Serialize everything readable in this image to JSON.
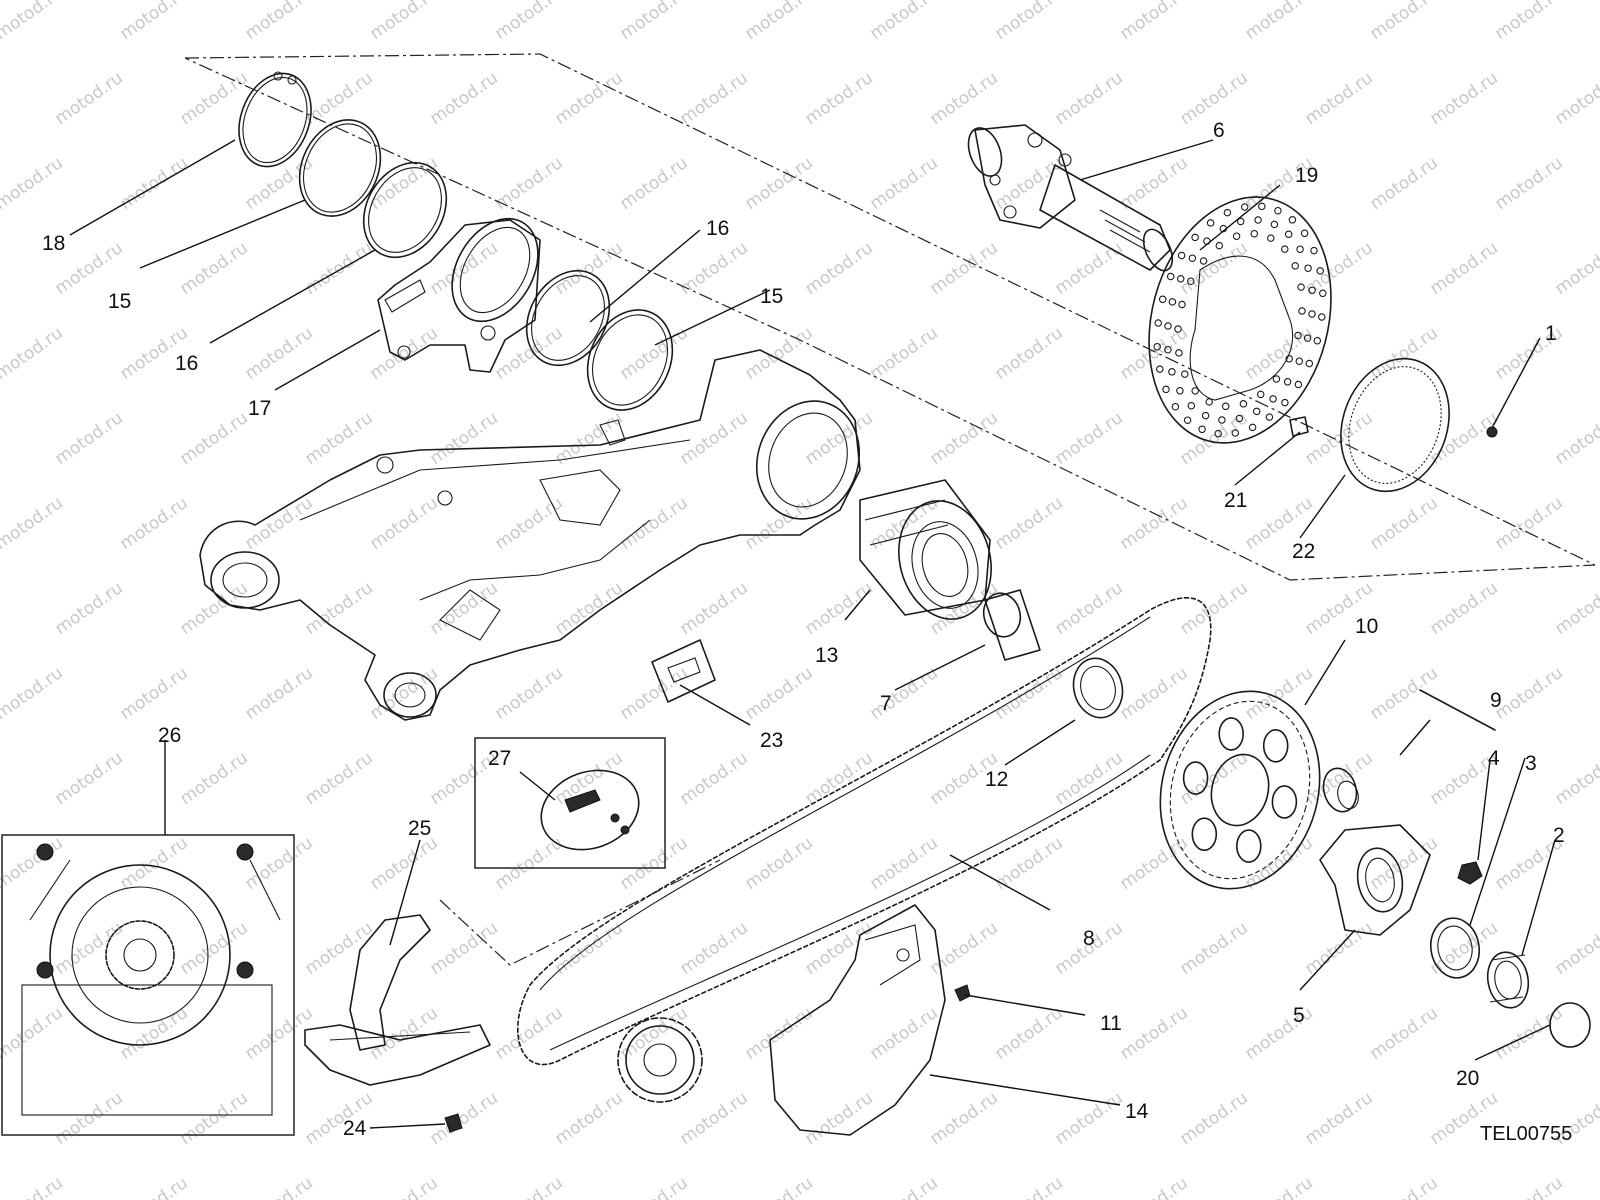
{
  "watermark": "motod.ru",
  "drawing_code": "TEL00755",
  "callouts": [
    "1",
    "2",
    "3",
    "4",
    "5",
    "6",
    "7",
    "8",
    "9",
    "10",
    "11",
    "12",
    "13",
    "14",
    "15",
    "15",
    "16",
    "16",
    "17",
    "18",
    "19",
    "20",
    "21",
    "22",
    "23",
    "24",
    "25",
    "26",
    "27"
  ]
}
